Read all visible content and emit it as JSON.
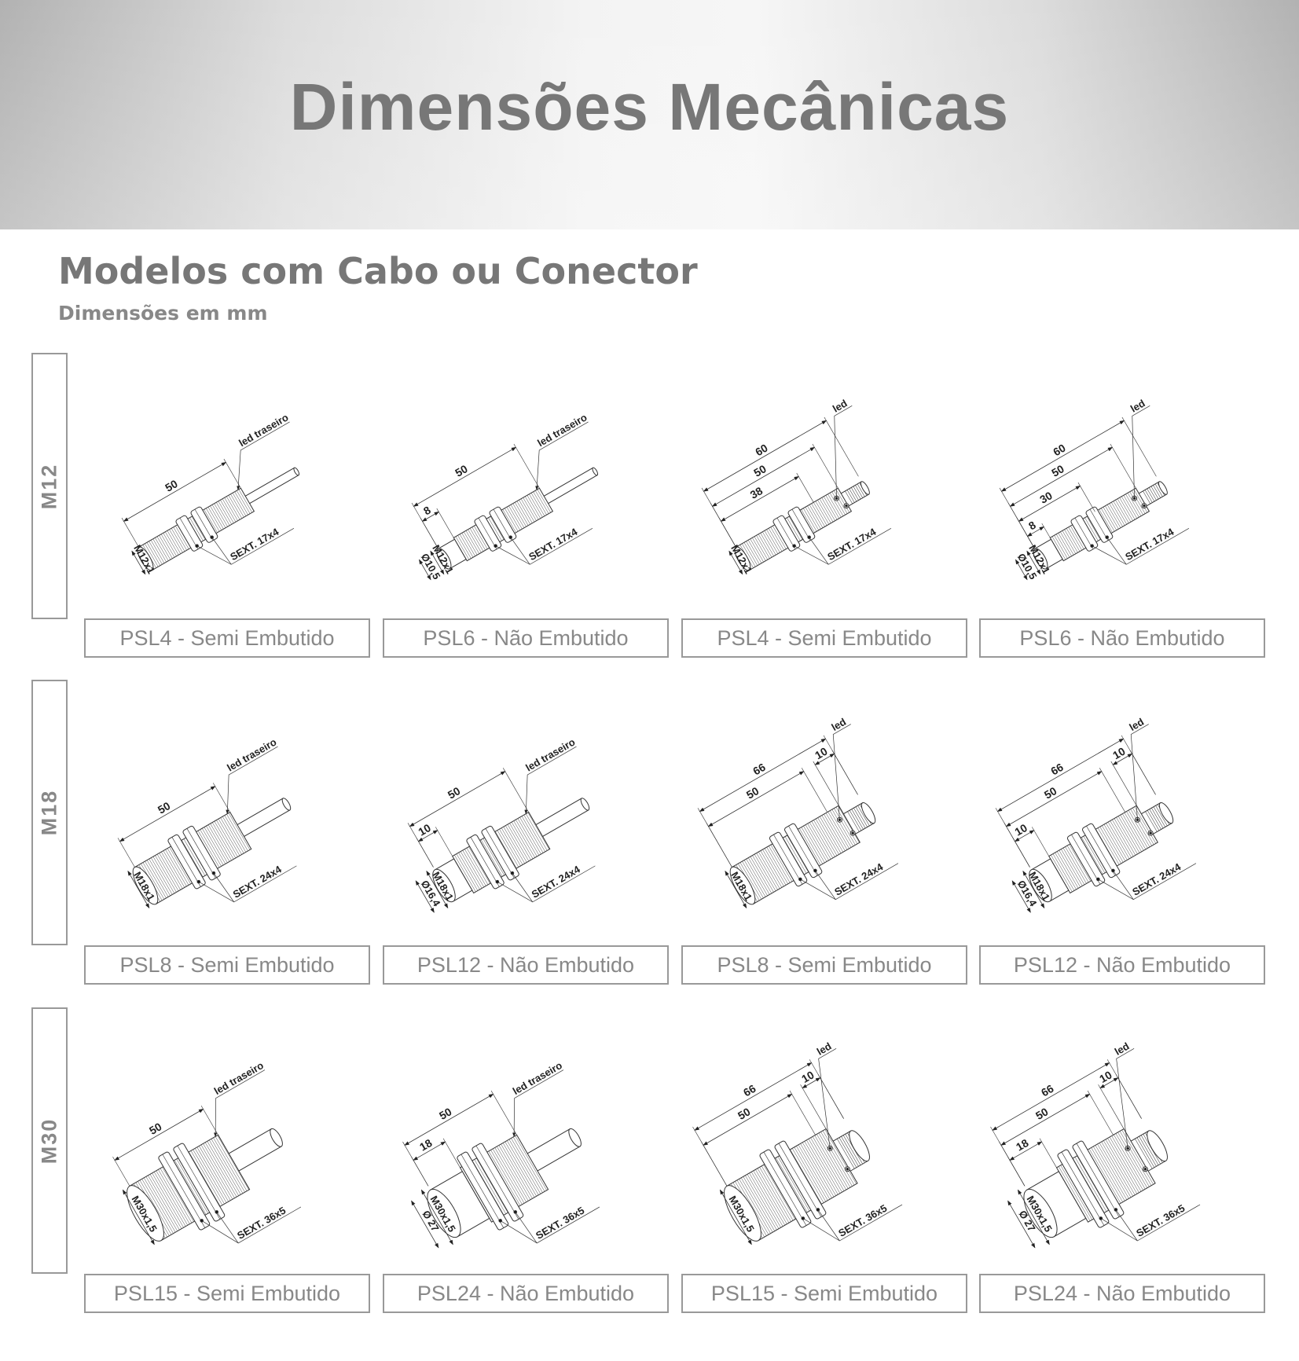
{
  "header": {
    "title": "Dimensões Mecânicas"
  },
  "section": {
    "title": "Modelos com Cabo ou Conector",
    "subtitle": "Dimensões em mm"
  },
  "rows": [
    {
      "size": "M12",
      "cells": [
        {
          "caption": "PSL4 - Semi Embutido",
          "type": "cabo",
          "flush": "semi",
          "dims": [
            {
              "label": "50",
              "from": 0,
              "to": 50,
              "level": 1
            }
          ],
          "diameters": [
            "M12x1"
          ],
          "hex": "SEXT. 17x4",
          "led": "led traseiro"
        },
        {
          "caption": "PSL6 - Não Embutido",
          "type": "cabo",
          "flush": "nao",
          "dims": [
            {
              "label": "50",
              "from": 0,
              "to": 50,
              "level": 2
            },
            {
              "label": "8",
              "from": 0,
              "to": 8,
              "level": 1
            }
          ],
          "diameters": [
            "M12x1",
            "Ø10,5"
          ],
          "hex": "SEXT. 17x4",
          "led": "led traseiro"
        },
        {
          "caption": "PSL4 - Semi Embutido",
          "type": "conector",
          "flush": "semi",
          "dims": [
            {
              "label": "60",
              "from": 0,
              "to": 60,
              "level": 3
            },
            {
              "label": "50",
              "from": 0,
              "to": 50,
              "level": 2
            },
            {
              "label": "38",
              "from": 0,
              "to": 38,
              "level": 1
            }
          ],
          "diameters": [
            "M12x1"
          ],
          "hex": "SEXT. 17x4",
          "led": "led"
        },
        {
          "caption": "PSL6 - Não Embutido",
          "type": "conector",
          "flush": "nao",
          "dims": [
            {
              "label": "60",
              "from": 0,
              "to": 60,
              "level": 3
            },
            {
              "label": "50",
              "from": 0,
              "to": 50,
              "level": 2
            },
            {
              "label": "30",
              "from": 0,
              "to": 30,
              "level": 1
            },
            {
              "label": "8",
              "from": 0,
              "to": 8,
              "level": 0
            }
          ],
          "diameters": [
            "M12x1",
            "Ø10,5"
          ],
          "hex": "SEXT. 17x4",
          "led": "led"
        }
      ]
    },
    {
      "size": "M18",
      "cells": [
        {
          "caption": "PSL8 - Semi Embutido",
          "type": "cabo",
          "flush": "semi",
          "dims": [
            {
              "label": "50",
              "from": 0,
              "to": 50,
              "level": 1
            }
          ],
          "diameters": [
            "M18x1"
          ],
          "hex": "SEXT. 24x4",
          "led": "led traseiro"
        },
        {
          "caption": "PSL12 - Não Embutido",
          "type": "cabo",
          "flush": "nao",
          "dims": [
            {
              "label": "50",
              "from": 0,
              "to": 50,
              "level": 2
            },
            {
              "label": "10",
              "from": 0,
              "to": 10,
              "level": 1
            }
          ],
          "diameters": [
            "M18x1",
            "Ø16,4"
          ],
          "hex": "SEXT. 24x4",
          "led": "led traseiro"
        },
        {
          "caption": "PSL8 - Semi Embutido",
          "type": "conector",
          "flush": "semi",
          "dims": [
            {
              "label": "66",
              "from": 0,
              "to": 66,
              "level": 3
            },
            {
              "label": "50",
              "from": 0,
              "to": 50,
              "level": 2
            },
            {
              "label": "10",
              "from": 56,
              "to": 66,
              "level": 2
            }
          ],
          "diameters": [
            "M18x1"
          ],
          "hex": "SEXT. 24x4",
          "led": "led"
        },
        {
          "caption": "PSL12 - Não Embutido",
          "type": "conector",
          "flush": "nao",
          "dims": [
            {
              "label": "66",
              "from": 0,
              "to": 66,
              "level": 3
            },
            {
              "label": "50",
              "from": 0,
              "to": 50,
              "level": 2
            },
            {
              "label": "10",
              "from": 56,
              "to": 66,
              "level": 2
            },
            {
              "label": "10",
              "from": 0,
              "to": 10,
              "level": 1
            }
          ],
          "diameters": [
            "M18x1",
            "Ø16,4"
          ],
          "hex": "SEXT. 24x4",
          "led": "led"
        }
      ]
    },
    {
      "size": "M30",
      "cells": [
        {
          "caption": "PSL15 - Semi Embutido",
          "type": "cabo",
          "flush": "semi",
          "dims": [
            {
              "label": "50",
              "from": 0,
              "to": 50,
              "level": 1
            }
          ],
          "diameters": [
            "M30x1,5"
          ],
          "hex": "SEXT. 36x5",
          "led": "led traseiro"
        },
        {
          "caption": "PSL24 - Não Embutido",
          "type": "cabo",
          "flush": "nao",
          "dims": [
            {
              "label": "50",
              "from": 0,
              "to": 50,
              "level": 2
            },
            {
              "label": "18",
              "from": 0,
              "to": 18,
              "level": 1
            }
          ],
          "diameters": [
            "M30x1,5",
            "Ø 27"
          ],
          "hex": "SEXT. 36x5",
          "led": "led traseiro"
        },
        {
          "caption": "PSL15 - Semi Embutido",
          "type": "conector",
          "flush": "semi",
          "dims": [
            {
              "label": "66",
              "from": 0,
              "to": 66,
              "level": 3
            },
            {
              "label": "50",
              "from": 0,
              "to": 50,
              "level": 2
            },
            {
              "label": "10",
              "from": 56,
              "to": 66,
              "level": 2
            }
          ],
          "diameters": [
            "M30x1,5"
          ],
          "hex": "SEXT. 36x5",
          "led": "led"
        },
        {
          "caption": "PSL24 - Não Embutido",
          "type": "conector",
          "flush": "nao",
          "dims": [
            {
              "label": "66",
              "from": 0,
              "to": 66,
              "level": 3
            },
            {
              "label": "50",
              "from": 0,
              "to": 50,
              "level": 2
            },
            {
              "label": "10",
              "from": 56,
              "to": 66,
              "level": 2
            },
            {
              "label": "18",
              "from": 0,
              "to": 18,
              "level": 1
            }
          ],
          "diameters": [
            "M30x1,5",
            "Ø 27"
          ],
          "hex": "SEXT. 36x5",
          "led": "led"
        }
      ]
    }
  ]
}
